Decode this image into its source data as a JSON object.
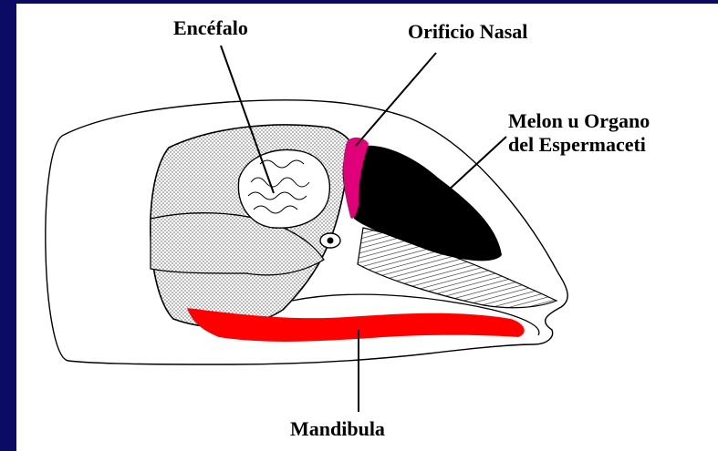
{
  "labels": {
    "encefalo": "Encéfalo",
    "orificio_nasal": "Orificio Nasal",
    "melon": "Melon u Organo\ndel Espermaceti",
    "mandibula": "Mandibula"
  },
  "colors": {
    "background": "#0b0b66",
    "panel": "#ffffff",
    "melon": "#000000",
    "nasal": "#e0007a",
    "mandible": "#ff0000"
  }
}
